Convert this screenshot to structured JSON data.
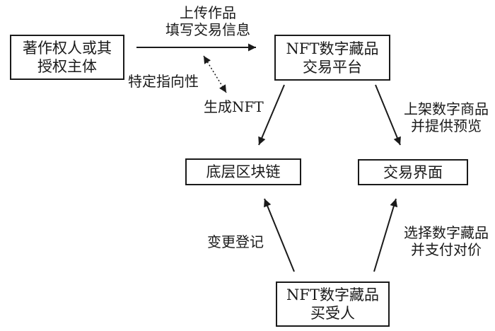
{
  "colors": {
    "line": "#1a1a1a",
    "text": "#1a1a1a",
    "background": "#ffffff",
    "box_border": "#1a1a1a"
  },
  "nodes": {
    "copyright_holder": {
      "line1": "著作权人或其",
      "line2": "授权主体"
    },
    "nft_platform": {
      "line1": "NFT数字藏品",
      "line2": "交易平台"
    },
    "blockchain": {
      "label": "底层区块链"
    },
    "trading_interface": {
      "label": "交易界面"
    },
    "buyer": {
      "line1": "NFT数字藏品",
      "line2": "买受人"
    }
  },
  "edge_labels": {
    "upload": {
      "line1": "上传作品",
      "line2": "填写交易信息"
    },
    "specificity": {
      "label": "特定指向性"
    },
    "generate_nft": {
      "label": "生成NFT"
    },
    "list_goods": {
      "line1": "上架数字商品",
      "line2": "并提供预览"
    },
    "change_registration": {
      "label": "变更登记"
    },
    "select_and_pay": {
      "line1": "选择数字藏品",
      "line2": "并支付对价"
    }
  }
}
